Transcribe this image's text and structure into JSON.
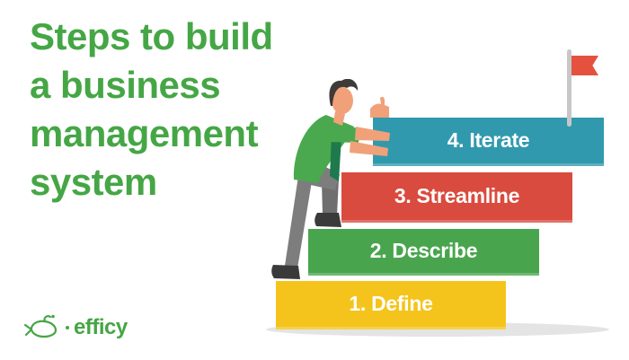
{
  "title": {
    "lines": [
      "Steps to build",
      "a business",
      "management",
      "system"
    ],
    "color": "#45a645"
  },
  "steps": [
    {
      "label": "1. Define",
      "color": "#f5c41c"
    },
    {
      "label": "2. Describe",
      "color": "#49a54d"
    },
    {
      "label": "3. Streamline",
      "color": "#d94b3e"
    },
    {
      "label": "4. Iterate",
      "color": "#3199ae"
    }
  ],
  "step_text_color": "#ffffff",
  "flag": {
    "flag_color": "#e4523f",
    "pole_color": "#c7c7c7"
  },
  "shadow": {
    "color": "#e4e4e4"
  },
  "person": {
    "shirt": "#4aa94e",
    "tie": "#1e7a4c",
    "pants": "#7d7d7d",
    "pants_dark": "#6f6f6f",
    "shoes": "#3a3a3a",
    "skin": "#f0a179",
    "hair": "#3d3a38"
  },
  "brand": {
    "name": "efficy",
    "color": "#45a645"
  }
}
